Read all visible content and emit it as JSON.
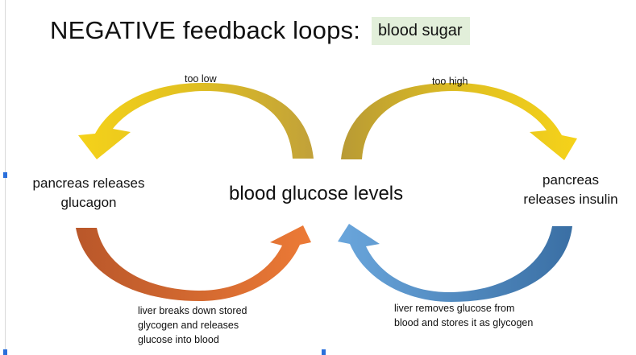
{
  "slide": {
    "title": "NEGATIVE feedback loops:",
    "topic": "blood sugar"
  },
  "diagram": {
    "center": "blood glucose levels",
    "top_left_caption": "too low",
    "top_right_caption": "too high",
    "left_node": [
      "pancreas releases",
      "glucagon"
    ],
    "right_node": [
      "pancreas",
      "releases insulin"
    ],
    "bottom_left_note": [
      "liver breaks down stored",
      "glycogen and releases",
      "glucose into blood"
    ],
    "bottom_right_note": [
      "liver removes glucose from",
      "blood and stores it as glycogen"
    ]
  },
  "colors": {
    "yellow_light": "#f5d21a",
    "yellow_dark": "#c1a13a",
    "orange_light": "#ec7a36",
    "orange_dark": "#b9572a",
    "blue_light": "#6aa6dc",
    "blue_dark": "#3a6fa4",
    "topic_bg": "#e2efda",
    "selection_handle": "#2a6fdb"
  }
}
